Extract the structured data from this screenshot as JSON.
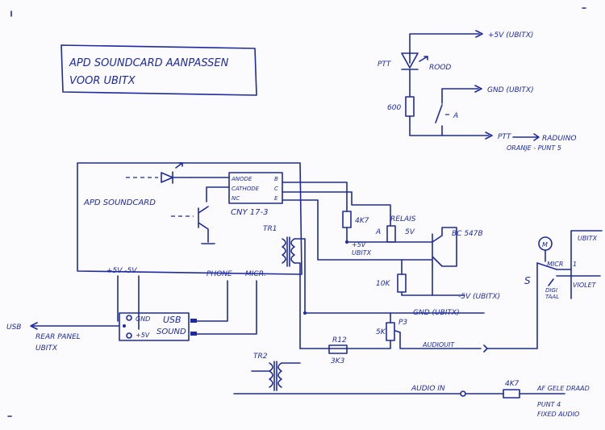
{
  "title": {
    "line1": "APD SOUNDCARD  AANPASSEN",
    "line2": "VOOR UBITX"
  },
  "ptt_section": {
    "ptt_led_label": "PTT",
    "rood": "ROOD",
    "resistor": "600",
    "plus5": "+5V (UBITX)",
    "gnd": "GND (UBITX)",
    "switch_label": "A",
    "ptt_out": "PTT",
    "radiuino": "RADUINO",
    "oranje": "ORANJE - PUNT 5"
  },
  "soundcard": {
    "label": "APD SOUNDCARD",
    "ic_pins": [
      "ANODE",
      "CATHODE",
      "NC"
    ],
    "ic_pins_right": [
      "B",
      "C",
      "E"
    ],
    "ic_name": "CNY 17-3",
    "tr1": "TR1",
    "tr2": "TR2",
    "phone": "PHONE",
    "micr": "MICR.",
    "supply": "+5V -5V"
  },
  "usb": {
    "usb_out": "USB",
    "rear1": "REAR PANEL",
    "rear2": "UBITX",
    "gnd": "GND",
    "plus5": "+5V",
    "box1": "USB",
    "box2": "SOUND"
  },
  "relay": {
    "r4k7": "4K7",
    "relais": "RELAIS",
    "a": "A",
    "v5": "5V",
    "plus5": "+5V",
    "ubitx": "UBITX",
    "transistor": "BC 547B",
    "r10k": "10K",
    "minus5": "-5V (UBITX)",
    "gnd": "GND (UBITX)"
  },
  "audio": {
    "p3": "P3",
    "pot": "5K",
    "audio_out": "AUDIOUIT",
    "r12": "R12",
    "r12_val": "3K3",
    "audio_in": "AUDIO IN",
    "r4k7": "4K7",
    "geel": "AF GELE DRAAD",
    "punt4": "PUNT 4",
    "fixed": "FIXED AUDIO"
  },
  "micr_switch": {
    "motor": "M",
    "ubitx": "UBITX",
    "micr": "MICR",
    "s": "S",
    "one": "1",
    "digi1": "DIGI",
    "digi2": "TAAL",
    "violet": "VIOLET"
  }
}
